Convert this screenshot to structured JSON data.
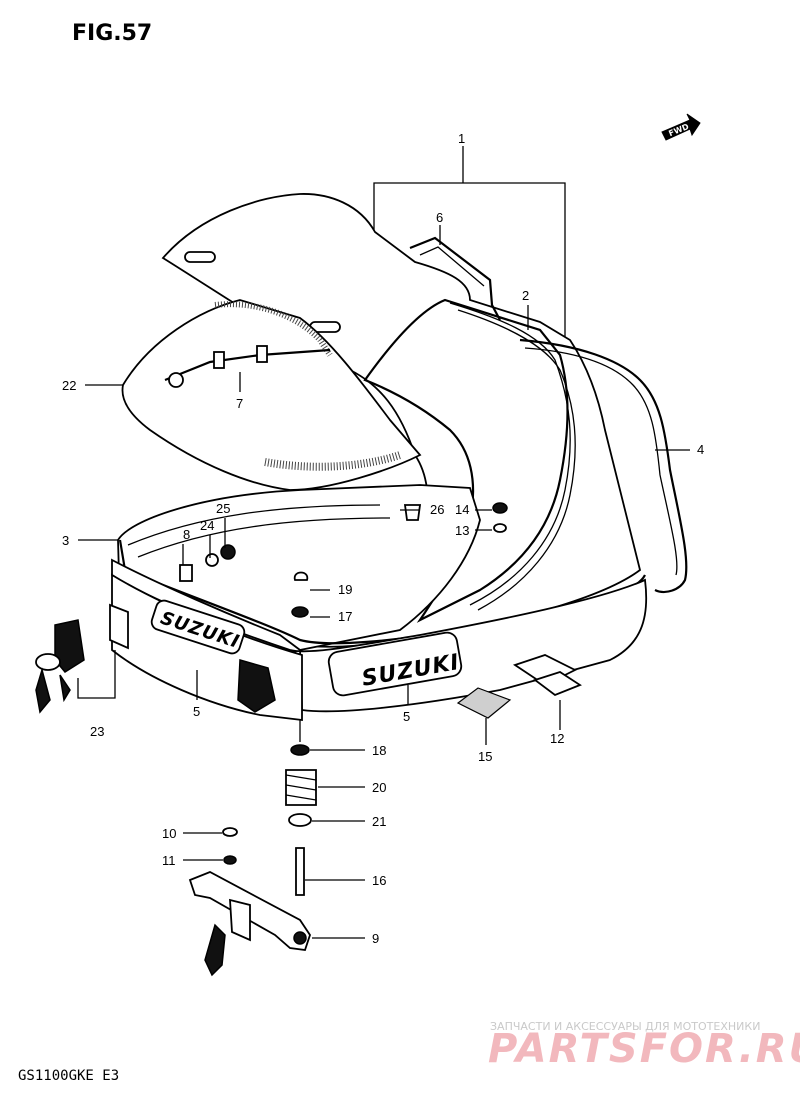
{
  "figure": {
    "title": "FIG.57",
    "model_code": "GS1100GKE  E3"
  },
  "direction_marker": {
    "label": "FWD"
  },
  "brand_marks": [
    "SUZUKI",
    "SUZUKI"
  ],
  "callouts": [
    "1",
    "2",
    "3",
    "4",
    "5",
    "5",
    "6",
    "7",
    "8",
    "9",
    "10",
    "11",
    "12",
    "13",
    "14",
    "15",
    "16",
    "17",
    "18",
    "19",
    "20",
    "21",
    "22",
    "23",
    "24",
    "25",
    "26"
  ],
  "watermark": {
    "tagline": "ЗАПЧАСТИ И АКСЕССУАРЫ ДЛЯ МОТОТЕХНИКИ",
    "brand": "PARTSFOR.RU"
  }
}
